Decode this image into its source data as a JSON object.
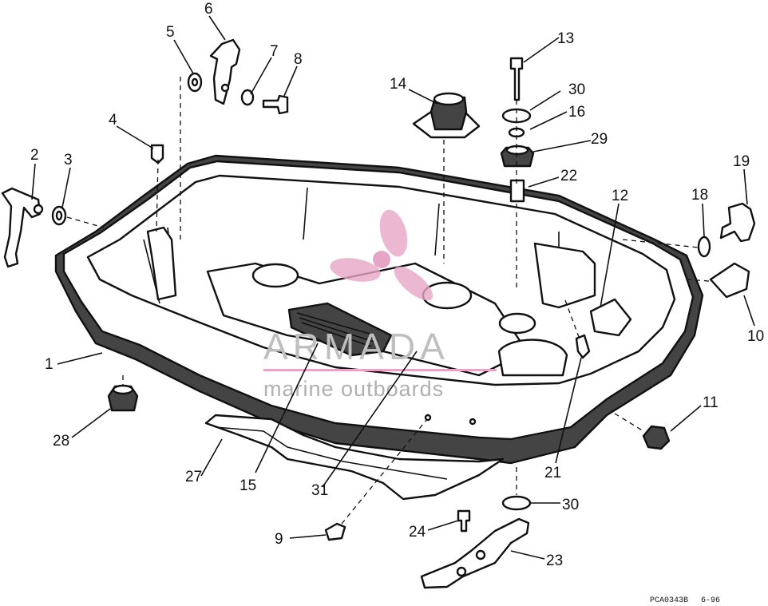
{
  "watermark": {
    "brand": "ARMADA",
    "tagline": "marine outboards",
    "logo_color": "#e6a5c6"
  },
  "footer": {
    "figure_code": "PCA0343B",
    "date": "6-96"
  },
  "callouts": [
    "1",
    "2",
    "3",
    "4",
    "5",
    "6",
    "7",
    "8",
    "9",
    "10",
    "11",
    "12",
    "13",
    "14",
    "15",
    "16",
    "18",
    "19",
    "21",
    "22",
    "23",
    "24",
    "27",
    "28",
    "29",
    "30",
    "30",
    "31"
  ]
}
